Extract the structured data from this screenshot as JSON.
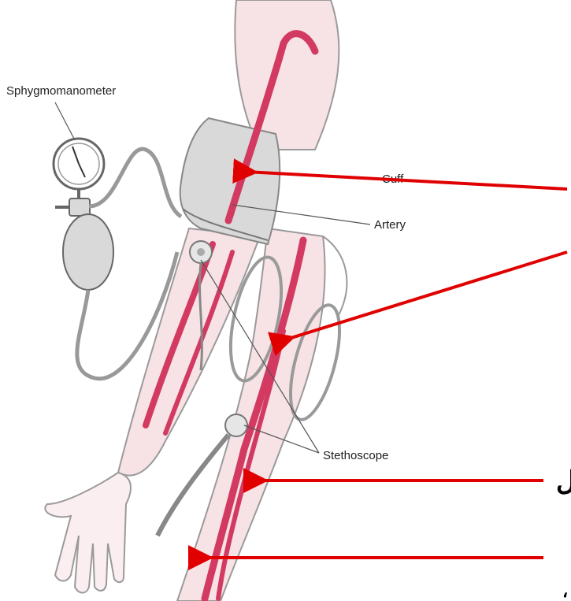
{
  "labels": {
    "sphygmomanometer": "Sphygmomanometer",
    "cuff": "Cuff",
    "artery": "Artery",
    "stethoscope": "Stethoscope"
  },
  "edge_glyphs": {
    "middle": "ل",
    "bottom": "،"
  },
  "colors": {
    "artery": "#d23a62",
    "skin": "#f7e3e6",
    "outline": "#9a9a9a",
    "cuff": "#d9d9d9",
    "arrow": "#e00000"
  }
}
